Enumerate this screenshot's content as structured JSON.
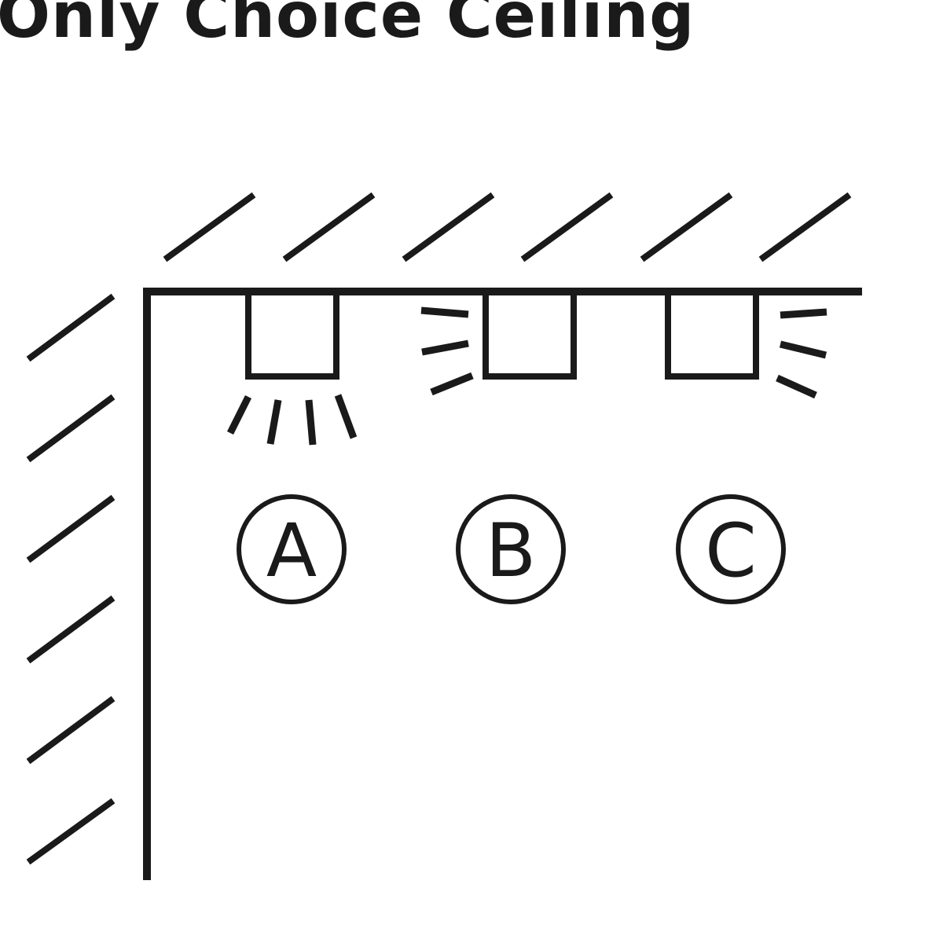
{
  "title": "Only Choice Ceiling",
  "colors": {
    "ink": "#1a1a1a",
    "background": "#ffffff"
  },
  "options": [
    {
      "letter": "A",
      "spray_direction": "down"
    },
    {
      "letter": "B",
      "spray_direction": "left"
    },
    {
      "letter": "C",
      "spray_direction": "right"
    }
  ]
}
